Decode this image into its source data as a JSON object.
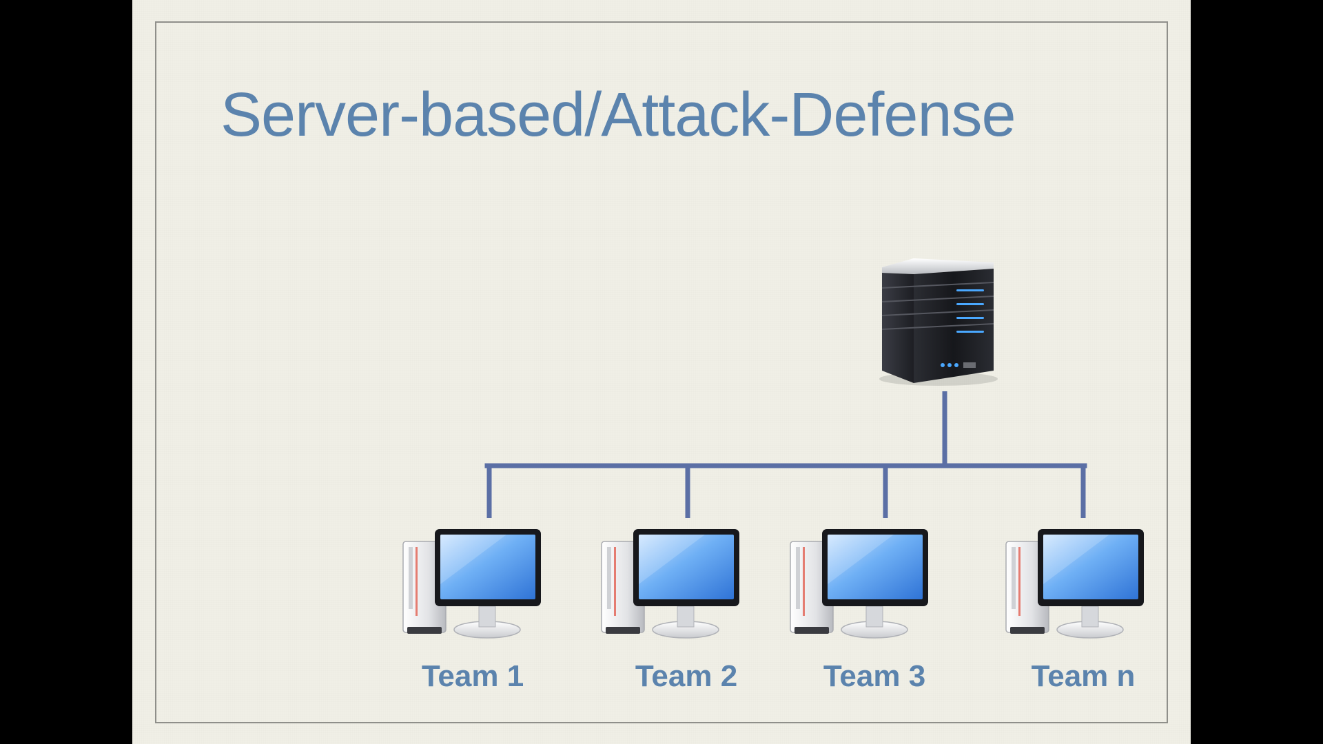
{
  "slide": {
    "title": "Server-based/Attack-Defense"
  },
  "diagram": {
    "server": {
      "icon": "server-icon"
    },
    "teams": [
      {
        "label": "Team 1",
        "icon": "desktop-computer-icon"
      },
      {
        "label": "Team 2",
        "icon": "desktop-computer-icon"
      },
      {
        "label": "Team 3",
        "icon": "desktop-computer-icon"
      },
      {
        "label": "Team n",
        "icon": "desktop-computer-icon"
      }
    ],
    "colors": {
      "title": "#5b83ad",
      "connector": "#5b6fa5",
      "background": "#f0efe6"
    }
  }
}
